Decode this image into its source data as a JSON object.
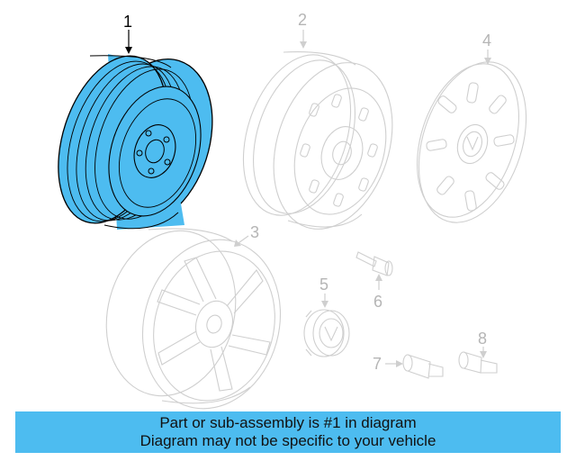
{
  "diagram": {
    "callouts": {
      "c1": "1",
      "c2": "2",
      "c3": "3",
      "c4": "4",
      "c5": "5",
      "c6": "6",
      "c7": "7",
      "c8": "8"
    },
    "highlight_color": "#4dbcf0",
    "outline_color": "#cfcfcf",
    "parts": [
      {
        "number": "1",
        "name": "spare-wheel",
        "highlighted": true
      },
      {
        "number": "2",
        "name": "steel-wheel",
        "highlighted": false
      },
      {
        "number": "3",
        "name": "alloy-wheel",
        "highlighted": false
      },
      {
        "number": "4",
        "name": "wheel-cover",
        "highlighted": false
      },
      {
        "number": "5",
        "name": "center-cap",
        "highlighted": false
      },
      {
        "number": "6",
        "name": "lug-bolt",
        "highlighted": false
      },
      {
        "number": "7",
        "name": "valve-stem",
        "highlighted": false
      },
      {
        "number": "8",
        "name": "valve-stem",
        "highlighted": false
      }
    ]
  },
  "banner": {
    "line1": "Part or sub-assembly is #1 in diagram",
    "line2": "Diagram may not be specific to your vehicle",
    "background": "#4dbcf0"
  }
}
